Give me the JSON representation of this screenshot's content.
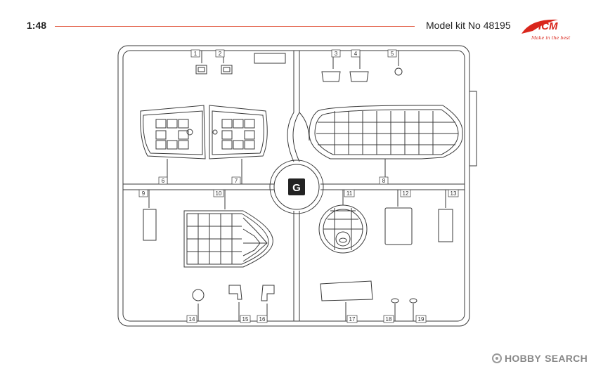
{
  "header": {
    "scale": "1:48",
    "kit_title": "Model kit No 48195"
  },
  "logo": {
    "brand": "ICM",
    "tagline": "Make in the best"
  },
  "sprue": {
    "letter": "G",
    "part_numbers": [
      "1",
      "2",
      "3",
      "4",
      "5",
      "6",
      "7",
      "8",
      "9",
      "10",
      "11",
      "12",
      "13",
      "14",
      "15",
      "16",
      "17",
      "18",
      "19"
    ]
  },
  "watermark": {
    "part1": "HOBBY",
    "part2": "SEARCH"
  },
  "colors": {
    "accent_line": "#e0533a",
    "logo_red": "#d9261c",
    "line": "#3a3a3a"
  }
}
